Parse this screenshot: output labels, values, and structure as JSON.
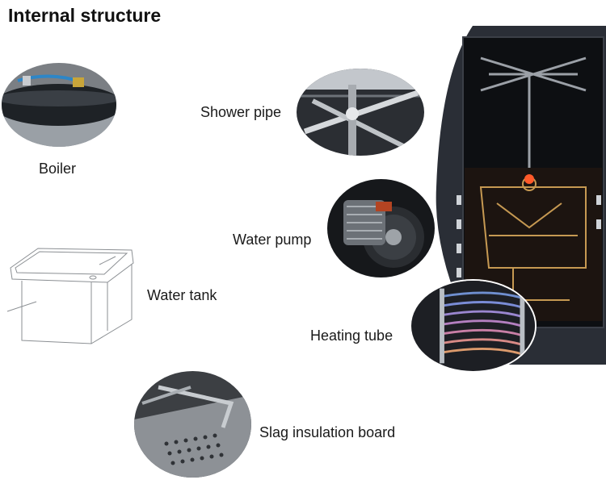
{
  "title": "Internal structure",
  "components": {
    "boiler": "Boiler",
    "shower_pipe": "Shower pipe",
    "water_pump": "Water pump",
    "water_tank": "Water tank",
    "heating_tube": "Heating tube",
    "slag_board": "Slag insulation board"
  }
}
